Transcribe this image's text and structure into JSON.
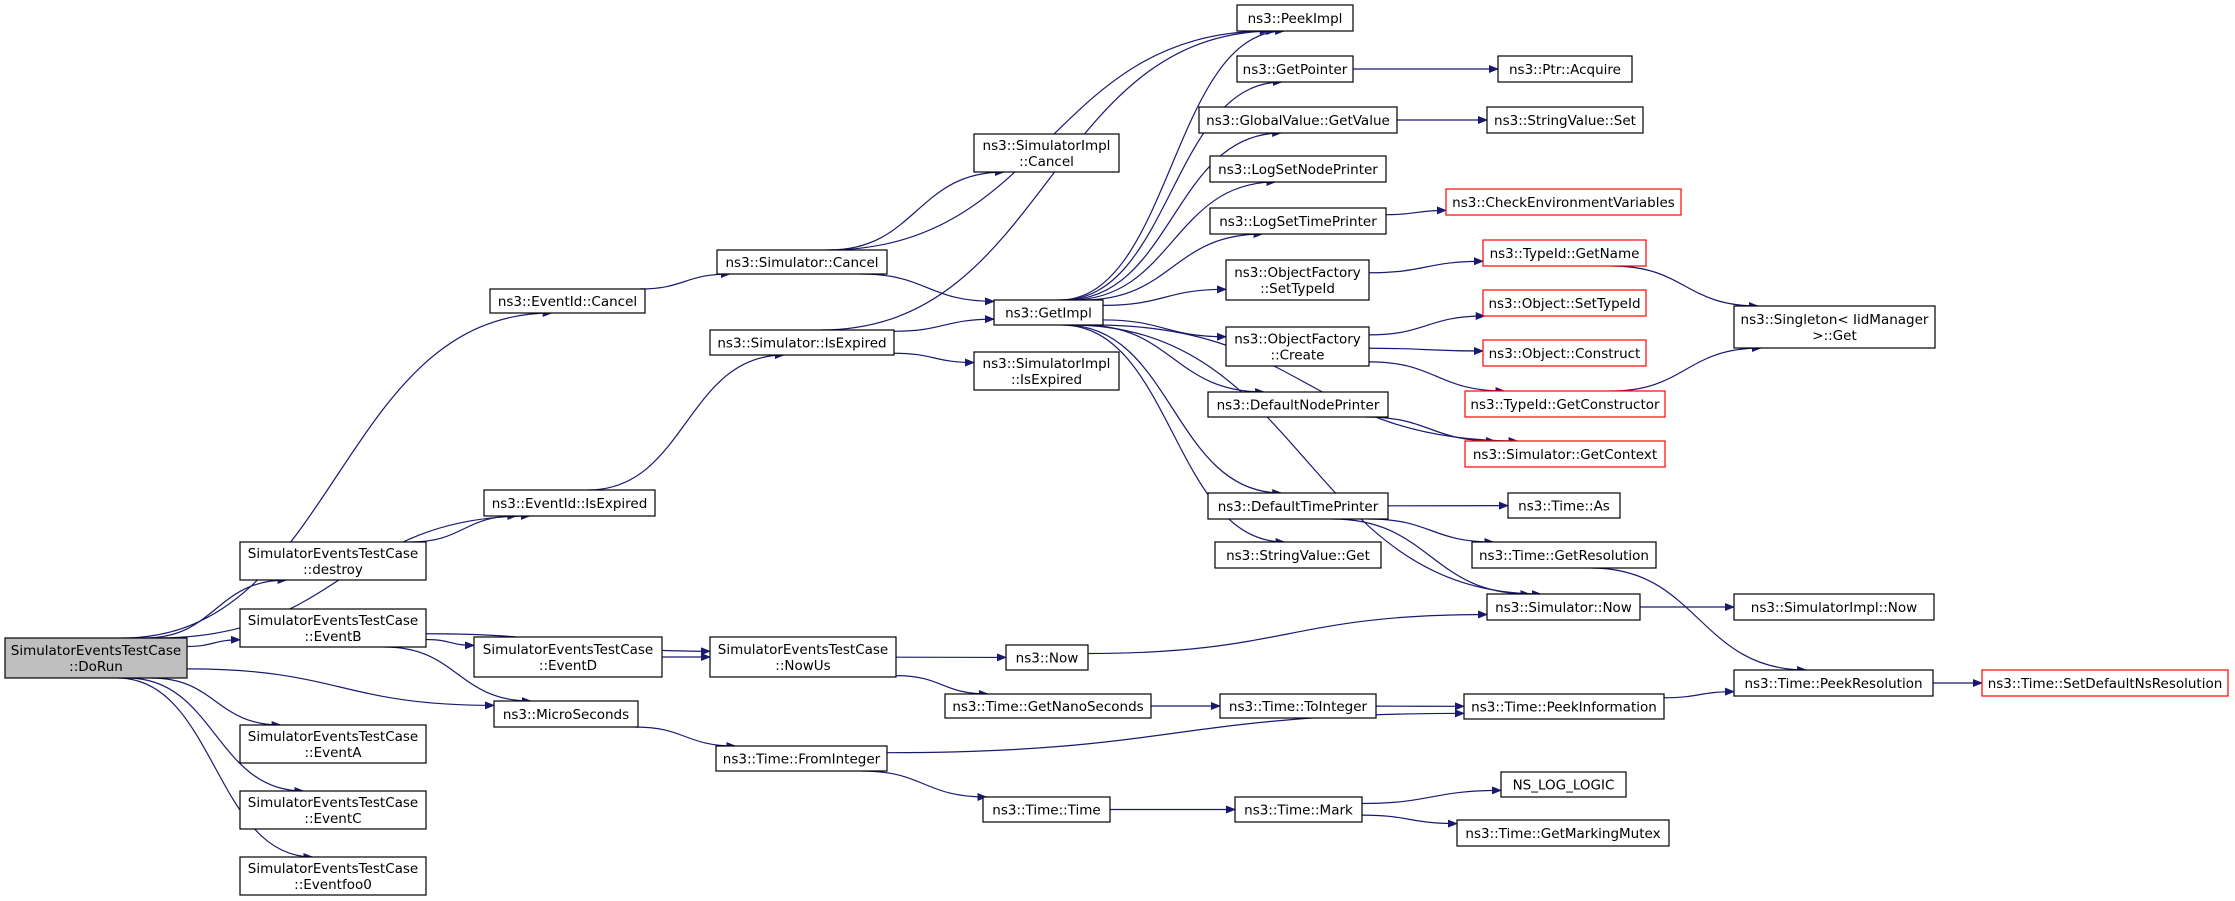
{
  "colors": {
    "edge": "#191970",
    "box_border": "#000000",
    "box_border_incomplete": "#ff0000",
    "root_fill": "#bfbfbf",
    "box_fill": "#ffffff"
  },
  "nodes": {
    "doRun": {
      "lines": [
        "SimulatorEventsTestCase",
        "::DoRun"
      ],
      "root": true
    },
    "eventIdCancel": {
      "lines": [
        "ns3::EventId::Cancel"
      ]
    },
    "eventIdIsExpired": {
      "lines": [
        "ns3::EventId::IsExpired"
      ]
    },
    "destroy": {
      "lines": [
        "SimulatorEventsTestCase",
        "::destroy"
      ]
    },
    "eventB": {
      "lines": [
        "SimulatorEventsTestCase",
        "::EventB"
      ]
    },
    "microSeconds": {
      "lines": [
        "ns3::MicroSeconds"
      ]
    },
    "eventA": {
      "lines": [
        "SimulatorEventsTestCase",
        "::EventA"
      ]
    },
    "eventC": {
      "lines": [
        "SimulatorEventsTestCase",
        "::EventC"
      ]
    },
    "eventFoo0": {
      "lines": [
        "SimulatorEventsTestCase",
        "::Eventfoo0"
      ]
    },
    "eventD": {
      "lines": [
        "SimulatorEventsTestCase",
        "::EventD"
      ]
    },
    "simCancel": {
      "lines": [
        "ns3::Simulator::Cancel"
      ]
    },
    "simIsExpired": {
      "lines": [
        "ns3::Simulator::IsExpired"
      ]
    },
    "nowUs": {
      "lines": [
        "SimulatorEventsTestCase",
        "::NowUs"
      ]
    },
    "timeFromInteger": {
      "lines": [
        "ns3::Time::FromInteger"
      ]
    },
    "simImplCancel": {
      "lines": [
        "ns3::SimulatorImpl",
        "::Cancel"
      ]
    },
    "getImpl": {
      "lines": [
        "ns3::GetImpl"
      ]
    },
    "simImplIsExpired": {
      "lines": [
        "ns3::SimulatorImpl",
        "::IsExpired"
      ]
    },
    "now": {
      "lines": [
        "ns3::Now"
      ]
    },
    "getNanoSeconds": {
      "lines": [
        "ns3::Time::GetNanoSeconds"
      ]
    },
    "timeTime": {
      "lines": [
        "ns3::Time::Time"
      ]
    },
    "peekImpl": {
      "lines": [
        "ns3::PeekImpl"
      ]
    },
    "getPointer": {
      "lines": [
        "ns3::GetPointer"
      ]
    },
    "globalValueGetValue": {
      "lines": [
        "ns3::GlobalValue::GetValue"
      ]
    },
    "logSetNodePrinter": {
      "lines": [
        "ns3::LogSetNodePrinter"
      ]
    },
    "logSetTimePrinter": {
      "lines": [
        "ns3::LogSetTimePrinter"
      ]
    },
    "objFactorySetTypeId": {
      "lines": [
        "ns3::ObjectFactory",
        "::SetTypeId"
      ]
    },
    "objFactoryCreate": {
      "lines": [
        "ns3::ObjectFactory",
        "::Create"
      ]
    },
    "defaultNodePrinter": {
      "lines": [
        "ns3::DefaultNodePrinter"
      ]
    },
    "defaultTimePrinter": {
      "lines": [
        "ns3::DefaultTimePrinter"
      ]
    },
    "stringValueGet": {
      "lines": [
        "ns3::StringValue::Get"
      ]
    },
    "timeToInteger": {
      "lines": [
        "ns3::Time::ToInteger"
      ]
    },
    "timeMark": {
      "lines": [
        "ns3::Time::Mark"
      ]
    },
    "ptrAcquire": {
      "lines": [
        "ns3::Ptr::Acquire"
      ]
    },
    "stringValueSet": {
      "lines": [
        "ns3::StringValue::Set"
      ]
    },
    "checkEnvVars": {
      "lines": [
        "ns3::CheckEnvironmentVariables"
      ],
      "incomplete": true
    },
    "typeIdGetName": {
      "lines": [
        "ns3::TypeId::GetName"
      ],
      "incomplete": true
    },
    "objectSetTypeId": {
      "lines": [
        "ns3::Object::SetTypeId"
      ],
      "incomplete": true
    },
    "objectConstruct": {
      "lines": [
        "ns3::Object::Construct"
      ],
      "incomplete": true
    },
    "typeIdGetConstructor": {
      "lines": [
        "ns3::TypeId::GetConstructor"
      ],
      "incomplete": true
    },
    "simGetContext": {
      "lines": [
        "ns3::Simulator::GetContext"
      ],
      "incomplete": true
    },
    "timeAs": {
      "lines": [
        "ns3::Time::As"
      ]
    },
    "timeGetResolution": {
      "lines": [
        "ns3::Time::GetResolution"
      ]
    },
    "simNow": {
      "lines": [
        "ns3::Simulator::Now"
      ]
    },
    "timePeekInformation": {
      "lines": [
        "ns3::Time::PeekInformation"
      ]
    },
    "nsLogLogic": {
      "lines": [
        "NS_LOG_LOGIC"
      ]
    },
    "getMarkingMutex": {
      "lines": [
        "ns3::Time::GetMarkingMutex"
      ]
    },
    "singletonGet": {
      "lines": [
        "ns3::Singleton< IidManager",
        " >::Get"
      ]
    },
    "simImplNow": {
      "lines": [
        "ns3::SimulatorImpl::Now"
      ]
    },
    "peekResolution": {
      "lines": [
        "ns3::Time::PeekResolution"
      ]
    },
    "setDefaultNsResolution": {
      "lines": [
        "ns3::Time::SetDefaultNsResolution"
      ],
      "incomplete": true
    }
  },
  "edges": [
    [
      "doRun",
      "eventIdCancel"
    ],
    [
      "doRun",
      "eventIdIsExpired"
    ],
    [
      "doRun",
      "destroy"
    ],
    [
      "doRun",
      "eventB"
    ],
    [
      "doRun",
      "microSeconds"
    ],
    [
      "doRun",
      "eventA"
    ],
    [
      "doRun",
      "eventC"
    ],
    [
      "doRun",
      "eventFoo0"
    ],
    [
      "eventIdCancel",
      "simCancel"
    ],
    [
      "eventIdIsExpired",
      "simIsExpired"
    ],
    [
      "destroy",
      "eventIdIsExpired"
    ],
    [
      "eventB",
      "eventD"
    ],
    [
      "eventB",
      "nowUs"
    ],
    [
      "eventB",
      "microSeconds"
    ],
    [
      "eventD",
      "nowUs"
    ],
    [
      "microSeconds",
      "timeFromInteger"
    ],
    [
      "simCancel",
      "simImplCancel"
    ],
    [
      "simCancel",
      "getImpl"
    ],
    [
      "simCancel",
      "peekImpl"
    ],
    [
      "simIsExpired",
      "getImpl"
    ],
    [
      "simIsExpired",
      "simImplIsExpired"
    ],
    [
      "simIsExpired",
      "peekImpl"
    ],
    [
      "nowUs",
      "now"
    ],
    [
      "nowUs",
      "getNanoSeconds"
    ],
    [
      "timeFromInteger",
      "timeTime"
    ],
    [
      "timeFromInteger",
      "timePeekInformation"
    ],
    [
      "getImpl",
      "peekImpl"
    ],
    [
      "getImpl",
      "getPointer"
    ],
    [
      "getImpl",
      "globalValueGetValue"
    ],
    [
      "getImpl",
      "logSetNodePrinter"
    ],
    [
      "getImpl",
      "logSetTimePrinter"
    ],
    [
      "getImpl",
      "objFactorySetTypeId"
    ],
    [
      "getImpl",
      "objFactoryCreate"
    ],
    [
      "getImpl",
      "defaultNodePrinter"
    ],
    [
      "getImpl",
      "defaultTimePrinter"
    ],
    [
      "getImpl",
      "stringValueGet"
    ],
    [
      "getImpl",
      "simGetContext"
    ],
    [
      "getImpl",
      "simNow"
    ],
    [
      "now",
      "simNow"
    ],
    [
      "getNanoSeconds",
      "timeToInteger"
    ],
    [
      "timeTime",
      "timeMark"
    ],
    [
      "getPointer",
      "ptrAcquire"
    ],
    [
      "globalValueGetValue",
      "stringValueSet"
    ],
    [
      "logSetTimePrinter",
      "checkEnvVars"
    ],
    [
      "objFactorySetTypeId",
      "typeIdGetName"
    ],
    [
      "objFactoryCreate",
      "objectSetTypeId"
    ],
    [
      "objFactoryCreate",
      "objectConstruct"
    ],
    [
      "objFactoryCreate",
      "typeIdGetConstructor"
    ],
    [
      "defaultNodePrinter",
      "simGetContext"
    ],
    [
      "defaultTimePrinter",
      "timeAs"
    ],
    [
      "defaultTimePrinter",
      "timeGetResolution"
    ],
    [
      "defaultTimePrinter",
      "simNow"
    ],
    [
      "timeToInteger",
      "timePeekInformation"
    ],
    [
      "timeMark",
      "nsLogLogic"
    ],
    [
      "timeMark",
      "getMarkingMutex"
    ],
    [
      "typeIdGetName",
      "singletonGet"
    ],
    [
      "typeIdGetConstructor",
      "singletonGet"
    ],
    [
      "timeGetResolution",
      "peekResolution"
    ],
    [
      "simNow",
      "simImplNow"
    ],
    [
      "timePeekInformation",
      "peekResolution"
    ],
    [
      "peekResolution",
      "setDefaultNsResolution"
    ]
  ]
}
